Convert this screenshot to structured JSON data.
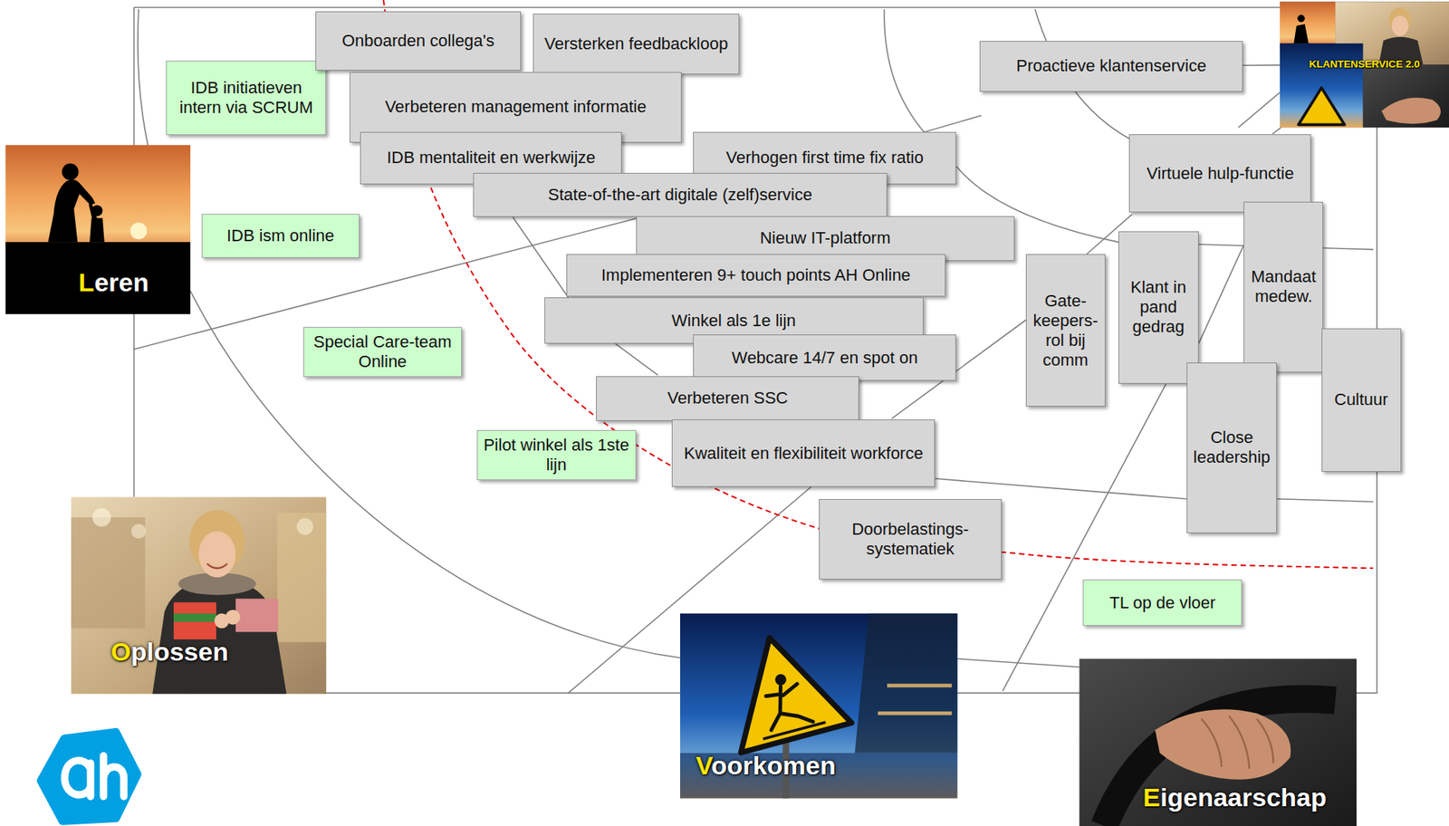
{
  "diagram": {
    "nodes": [
      {
        "text": [
          "IDB initiatieven intern via SCRUM"
        ]
      },
      {
        "text": [
          "Onboarden collega's"
        ]
      },
      {
        "text": [
          "Versterken feedbackloop"
        ]
      },
      {
        "text": [
          "Verbeteren management informatie"
        ]
      },
      {
        "text": [
          "IDB mentaliteit en werkwijze"
        ]
      },
      {
        "text": [
          "Verhogen first time fix ratio"
        ]
      },
      {
        "text": [
          "State-of-the-art digitale (zelf)service"
        ]
      },
      {
        "text": [
          "Proactieve klantenservice"
        ]
      },
      {
        "text": [
          "KLANTENSERVICE 2.0"
        ]
      },
      {
        "text": [
          "Leren"
        ]
      },
      {
        "text": [
          "IDB ism online"
        ]
      },
      {
        "text": [
          "Virtuele hulp-functie"
        ]
      },
      {
        "text": [
          "Nieuw IT-platform"
        ]
      },
      {
        "text": [
          "Implementeren 9+ touch points AH Online"
        ]
      },
      {
        "text": [
          "Winkel als 1e lijn"
        ]
      },
      {
        "text": [
          "Special Care-team Online"
        ]
      },
      {
        "text": [
          "Webcare 14/7 en spot on"
        ]
      },
      {
        "text": [
          "Verbeteren SSC"
        ]
      },
      {
        "text": [
          "Kwaliteit en flexibiliteit workforce"
        ]
      },
      {
        "text": [
          "Pilot winkel als 1ste lijn"
        ]
      },
      {
        "text": [
          "Gate-keepers-rol bij comm"
        ]
      },
      {
        "text": [
          "Klant in pand gedrag"
        ]
      },
      {
        "text": [
          "Mandaat medew."
        ]
      },
      {
        "text": [
          "Close leadership"
        ]
      },
      {
        "text": [
          "Cultuur"
        ]
      },
      {
        "text": [
          "Doorbelastings-systematiek"
        ]
      },
      {
        "text": [
          "TL op de vloer"
        ]
      },
      {
        "text": [
          "Oplossen"
        ]
      },
      {
        "text": [
          "Voorkomen"
        ]
      },
      {
        "text": [
          "Eigenaarschap"
        ]
      }
    ],
    "edges": [
      {
        "from": 7,
        "to": 8,
        "arrow": "none"
      },
      {
        "from": 11,
        "to": 8,
        "arrow": "none"
      }
    ]
  }
}
